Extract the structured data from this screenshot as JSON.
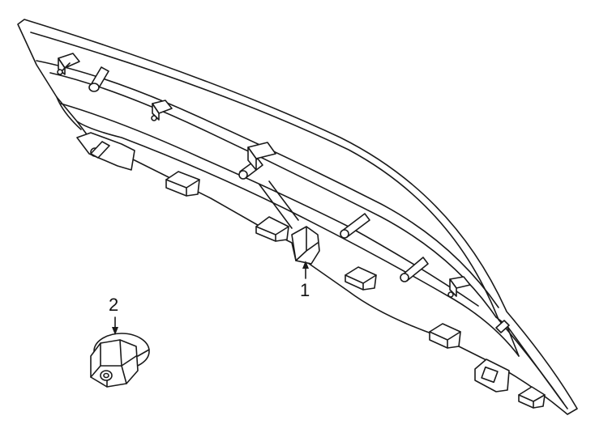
{
  "diagram": {
    "callouts": [
      {
        "id": "1",
        "label": "1"
      },
      {
        "id": "2",
        "label": "2"
      }
    ],
    "parts": [
      {
        "callout": "1",
        "name": "trim-panel"
      },
      {
        "callout": "2",
        "name": "nut-fastener"
      }
    ],
    "colors": {
      "line": "#1a1a1a",
      "background": "#ffffff"
    }
  }
}
